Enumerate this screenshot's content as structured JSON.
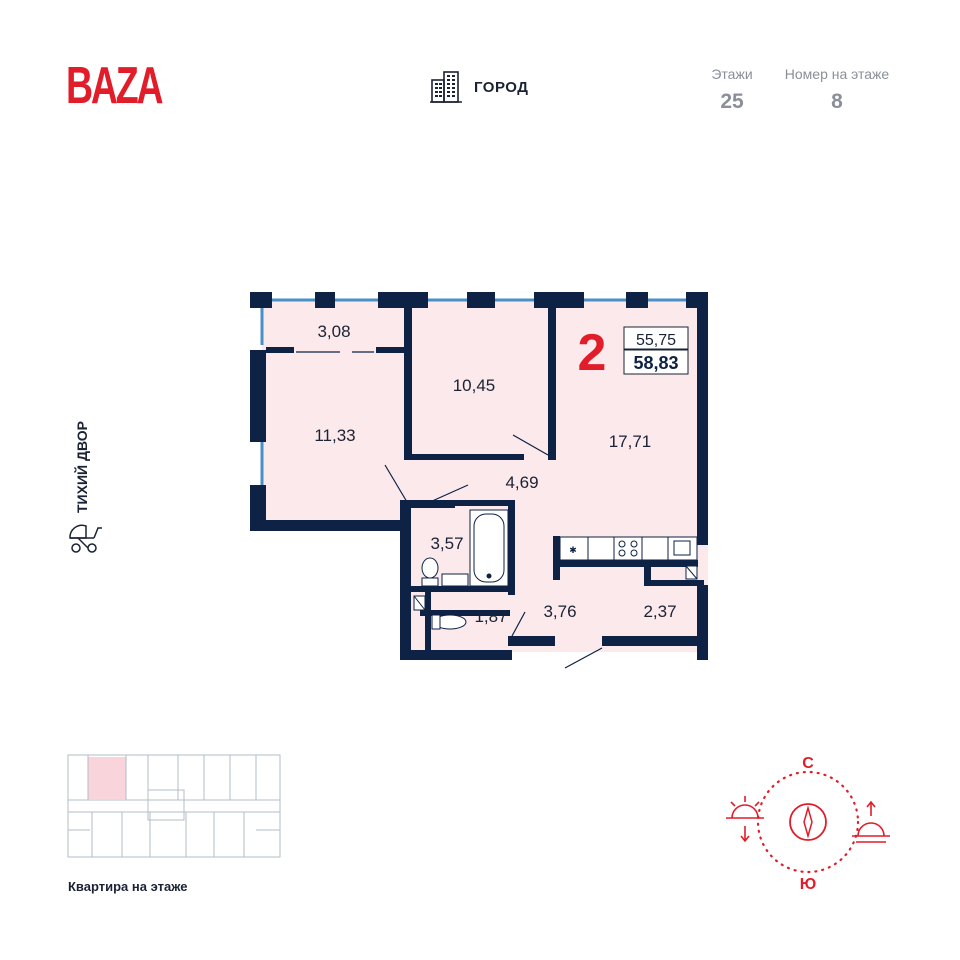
{
  "brand": {
    "logo": "BAZA",
    "color": "#e11d2a"
  },
  "view": {
    "icon": "building-icon",
    "label": "ГОРОД"
  },
  "stats": [
    {
      "label": "Этажи",
      "value": "25"
    },
    {
      "label": "Номер на этаже",
      "value": "8"
    }
  ],
  "apartment": {
    "rooms": "2",
    "area_living": "55,75",
    "area_total": "58,83"
  },
  "room_areas": [
    "3,08",
    "10,45",
    "11,33",
    "17,71",
    "4,69",
    "3,57",
    "1,87",
    "3,76",
    "2,37"
  ],
  "side": {
    "label": "ТИХИЙ ДВОР",
    "icon": "stroller-icon"
  },
  "floor_plan": {
    "caption": "Квартира на этаже"
  },
  "compass": {
    "north": "С",
    "south": "Ю",
    "icon": "compass-icon"
  },
  "colors": {
    "wall": "#0d2244",
    "room_fill": "#fbe9ec",
    "window": "#4a90c8",
    "accent": "#e11d2a"
  }
}
